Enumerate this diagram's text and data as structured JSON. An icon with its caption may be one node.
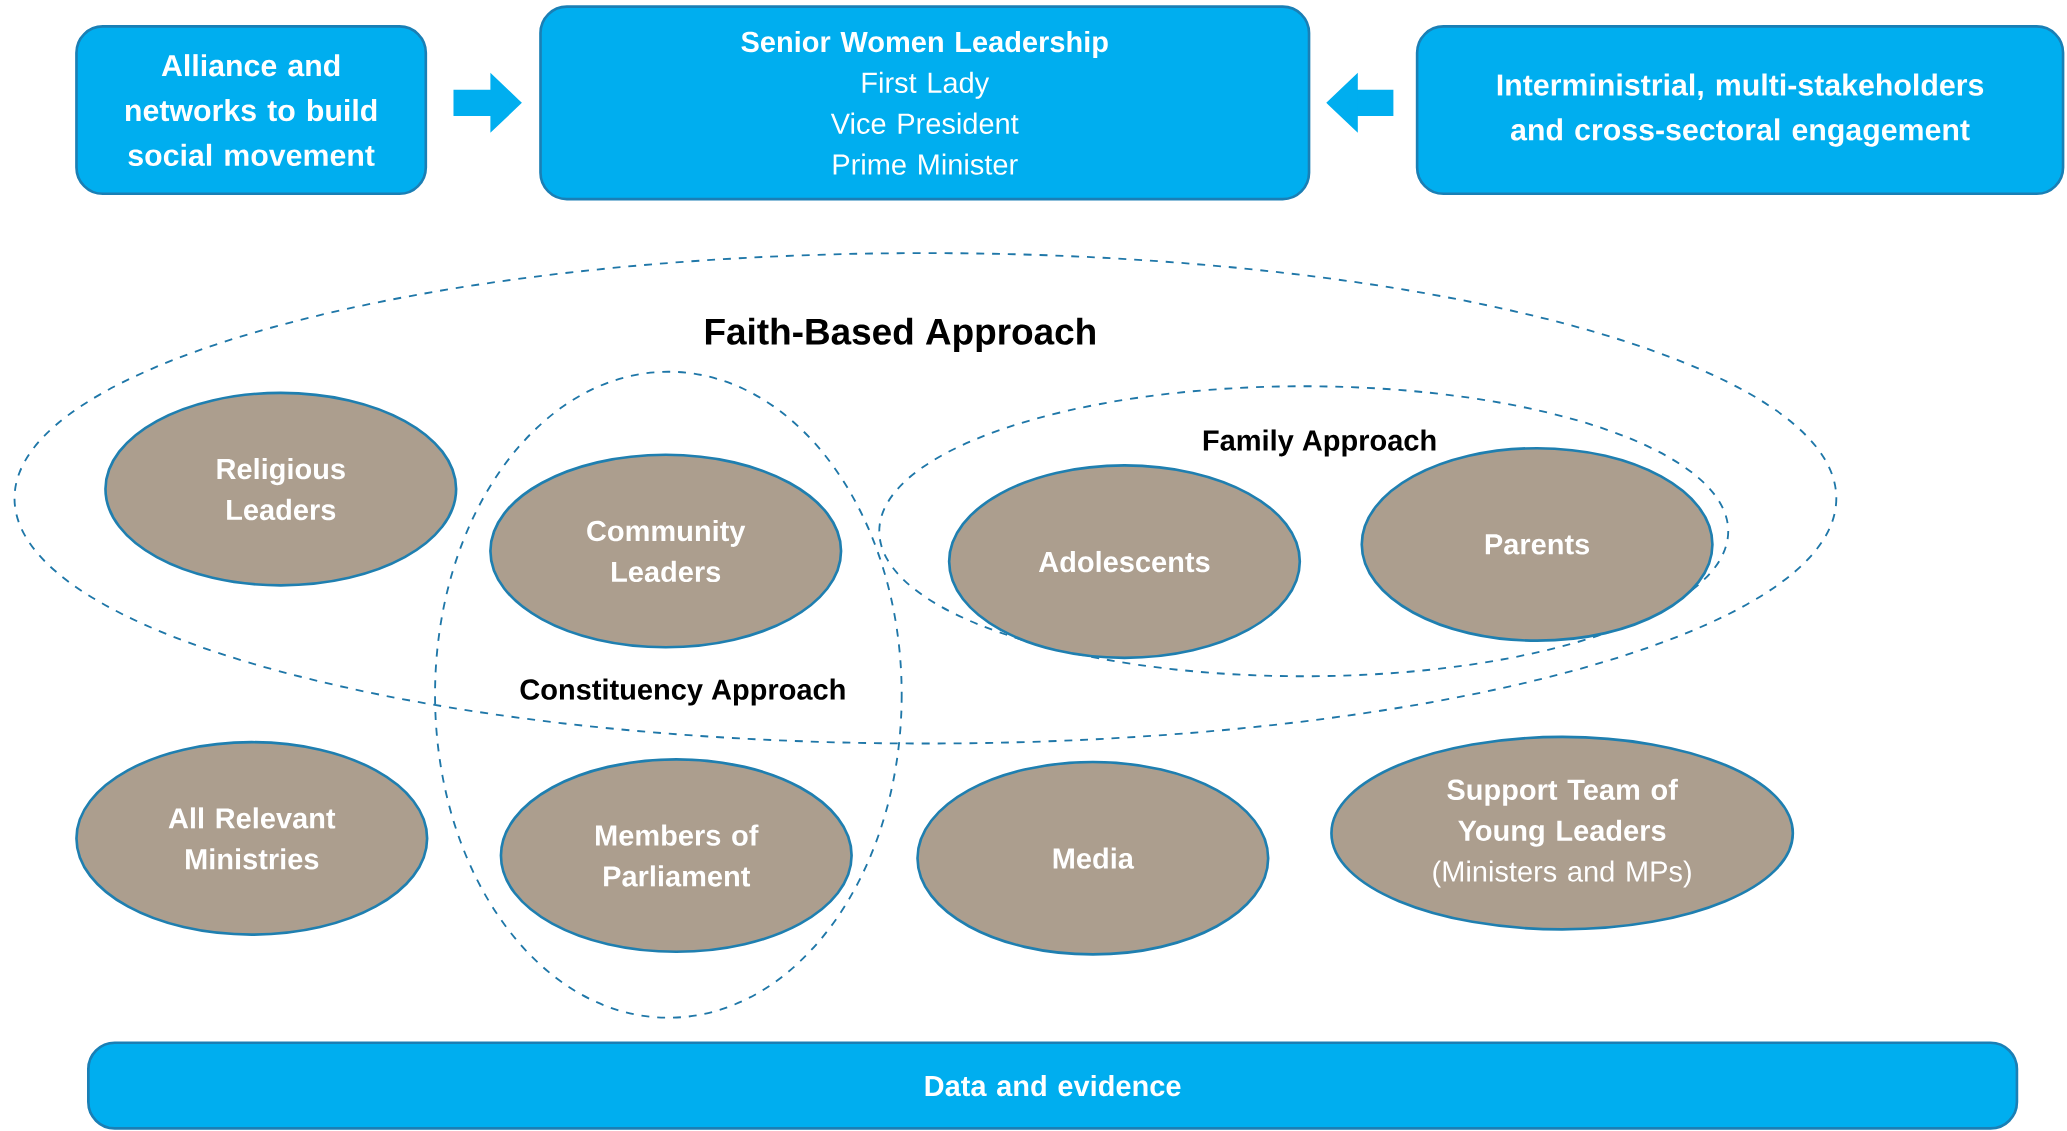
{
  "diagram": {
    "nodes": [
      {
        "text": [
          "Alliance and networks to build social movement"
        ]
      },
      {
        "text": [
          "Senior Women Leadership",
          "First Lady",
          "Vice President",
          "Prime Minister"
        ]
      },
      {
        "text": [
          "Interministrial,  multi-stakeholders and cross-sectoral engagement"
        ]
      },
      {
        "text": [
          "Faith-Based Approach"
        ]
      },
      {
        "text": [
          "Religious Leaders"
        ],
        "in": 3
      },
      {
        "text": [
          "Constituency Approach"
        ]
      },
      {
        "text": [
          "Community Leaders"
        ]
      },
      {
        "text": [
          "Family Approach"
        ],
        "in": 3
      },
      {
        "text": [
          "Adolescents"
        ],
        "in": 7
      },
      {
        "text": [
          "Parents"
        ],
        "in": 7
      },
      {
        "text": [
          "All Relevant Ministries"
        ]
      },
      {
        "text": [
          "Members of Parliament"
        ],
        "in": 5
      },
      {
        "text": [
          "Media"
        ]
      },
      {
        "text": [
          "Support Team of Young Leaders",
          "(Ministers and MPs)"
        ]
      },
      {
        "text": [
          "Data and evidence"
        ]
      }
    ],
    "edges": [
      {
        "from": 0,
        "to": 1,
        "arrow": "to"
      },
      {
        "from": 2,
        "to": 1,
        "arrow": "to"
      }
    ]
  }
}
